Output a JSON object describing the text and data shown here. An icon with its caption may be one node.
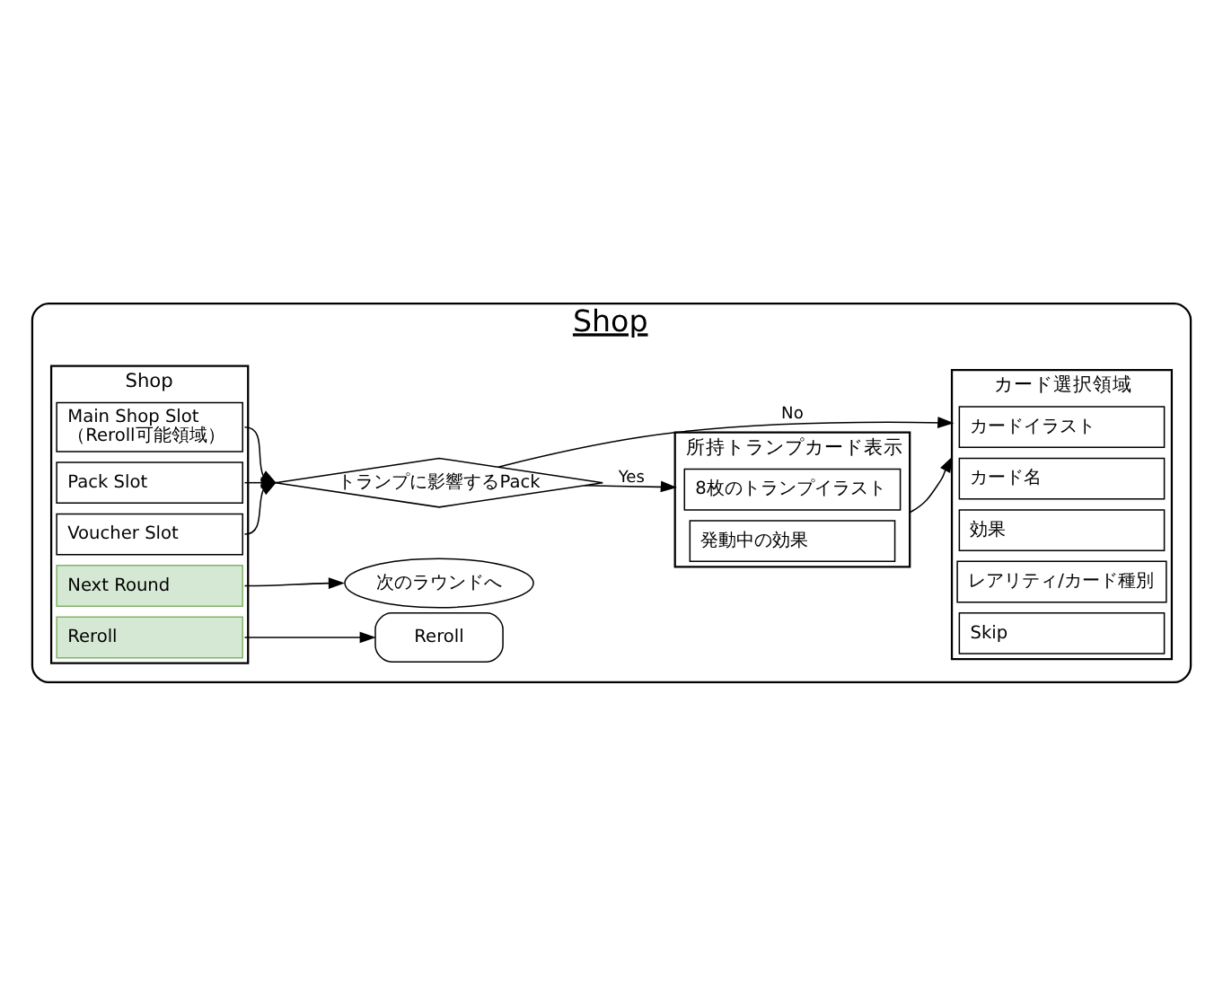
{
  "diagram": {
    "nodes": [
      {
        "text": [
          "Shop"
        ]
      },
      {
        "text": [
          "Shop"
        ],
        "in": 0
      },
      {
        "text": [
          "Main Shop Slot （Reroll可能領域）"
        ],
        "in": 1
      },
      {
        "text": [
          "Pack Slot"
        ],
        "in": 1
      },
      {
        "text": [
          "Voucher Slot"
        ],
        "in": 1
      },
      {
        "text": [
          "Next Round"
        ],
        "in": 1
      },
      {
        "text": [
          "Reroll"
        ],
        "in": 1
      },
      {
        "text": [
          "トランプに影響するPack"
        ],
        "in": 0
      },
      {
        "text": [
          "次のラウンドへ"
        ],
        "in": 0
      },
      {
        "text": [
          "Reroll"
        ],
        "in": 0
      },
      {
        "text": [
          "所持トランプカード表示"
        ],
        "in": 0
      },
      {
        "text": [
          "8枚のトランプイラスト"
        ],
        "in": 10
      },
      {
        "text": [
          "発動中の効果"
        ],
        "in": 10
      },
      {
        "text": [
          "カード選択領域"
        ],
        "in": 0
      },
      {
        "text": [
          "カードイラスト"
        ],
        "in": 13
      },
      {
        "text": [
          "カード名"
        ],
        "in": 13
      },
      {
        "text": [
          "効果"
        ],
        "in": 13
      },
      {
        "text": [
          "レアリティ/カード種別"
        ],
        "in": 13
      },
      {
        "text": [
          "Skip"
        ],
        "in": 13
      }
    ],
    "edges": [
      {
        "from": 2,
        "to": 7,
        "arrow": "to"
      },
      {
        "from": 3,
        "to": 7,
        "arrow": "to"
      },
      {
        "from": 4,
        "to": 7,
        "arrow": "to"
      },
      {
        "from": 7,
        "to": 10,
        "arrow": "to",
        "label": "Yes"
      },
      {
        "from": 7,
        "to": 13,
        "arrow": "to",
        "label": "No"
      },
      {
        "from": 10,
        "to": 13,
        "arrow": "to"
      },
      {
        "from": 5,
        "to": 8,
        "arrow": "to"
      },
      {
        "from": 6,
        "to": 9,
        "arrow": "to"
      }
    ]
  }
}
